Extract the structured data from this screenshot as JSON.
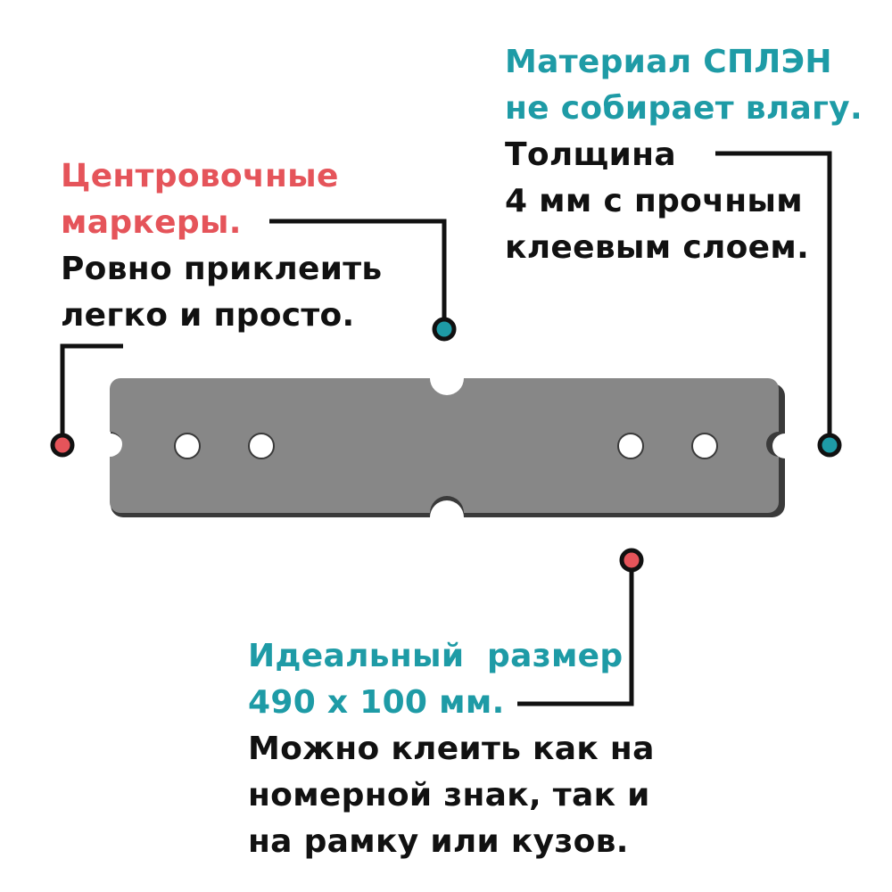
{
  "colors": {
    "teal": "#1e9ba6",
    "red": "#e5545a",
    "text": "#111111",
    "plate": "#878787",
    "plate_shadow": "#3a3a3a",
    "leader": "#111111"
  },
  "top_left": {
    "heading": [
      "Центровочные",
      "маркеры."
    ],
    "body": [
      "Ровно приклеить",
      "легко и просто."
    ]
  },
  "top_right": {
    "heading": [
      "Материал СПЛЭН",
      "не собирает влагу."
    ],
    "body": [
      "Толщина",
      "4 мм с прочным",
      "клеевым слоем."
    ]
  },
  "bottom": {
    "heading": [
      "Идеальный  размер",
      "490 х 100 мм."
    ],
    "body": [
      "Можно клеить как на",
      "номерной знак, так и",
      "на рамку или кузов."
    ]
  },
  "plate": {
    "semantic": "adhesive-mounting-strip",
    "holes_per_side": 2
  }
}
